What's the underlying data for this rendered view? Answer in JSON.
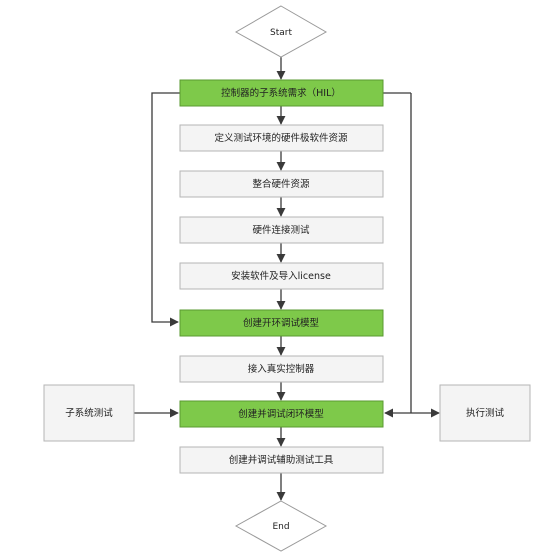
{
  "nodes": {
    "start": "Start",
    "end": "End",
    "step1": "控制器的子系统需求（HIL）",
    "step2": "定义测试环境的硬件极软件资源",
    "step3": "整合硬件资源",
    "step4": "硬件连接测试",
    "step5": "安装软件及导入license",
    "step6": "创建开环调试模型",
    "step7": "接入真实控制器",
    "step8": "创建并调试闭环模型",
    "step9": "创建并调试辅助测试工具",
    "side_left": "子系统测试",
    "side_right": "执行测试"
  },
  "colors": {
    "highlight_fill": "#7ec94a",
    "highlight_stroke": "#5a9a30",
    "box_fill": "#f4f4f4",
    "box_stroke": "#b5b5b5",
    "arrow": "#3a3a3a"
  }
}
